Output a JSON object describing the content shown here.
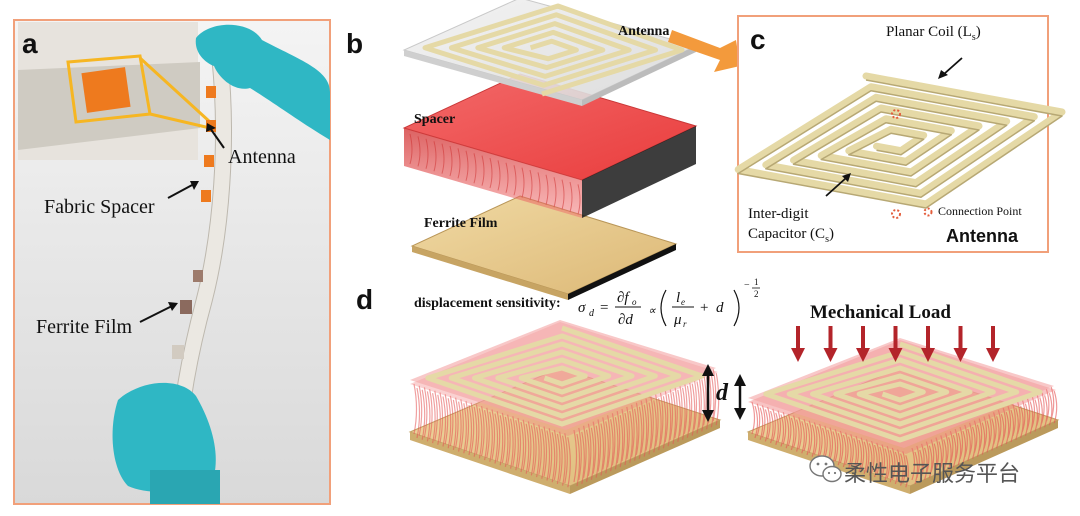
{
  "panel_a": {
    "letter": "a",
    "antenna_label": "Antenna",
    "spacer_label": "Fabric Spacer",
    "ferrite_label": "Ferrite Film"
  },
  "panel_b": {
    "letter": "b",
    "antenna_label": "Antenna",
    "spacer_label": "Spacer",
    "ferrite_label": "Ferrite Film"
  },
  "panel_c": {
    "letter": "c",
    "coil_label": "Planar Coil",
    "coil_symbol": "(L",
    "coil_sub": "s",
    "coil_close": ")",
    "cap_label_1": "Inter-digit",
    "cap_label_2": "Capacitor (C",
    "cap_sub": "s",
    "cap_close": ")",
    "connection_label": "Connection Point",
    "antenna_title": "Antenna"
  },
  "panel_d": {
    "letter": "d",
    "sensitivity_label": "displacement sensitivity:",
    "gap_symbol": "d",
    "load_label": "Mechanical Load"
  },
  "watermark": {
    "text": "柔性电子服务平台"
  },
  "colors": {
    "panel_border": "#f1a07a",
    "coil": "#e9dfb1",
    "spacer_red": "#ee4a4a",
    "ferrite": "#e7c98a",
    "arrow_orange": "#f39a3c",
    "load_arrow": "#b3242a",
    "glove": "#2fb7c4"
  }
}
